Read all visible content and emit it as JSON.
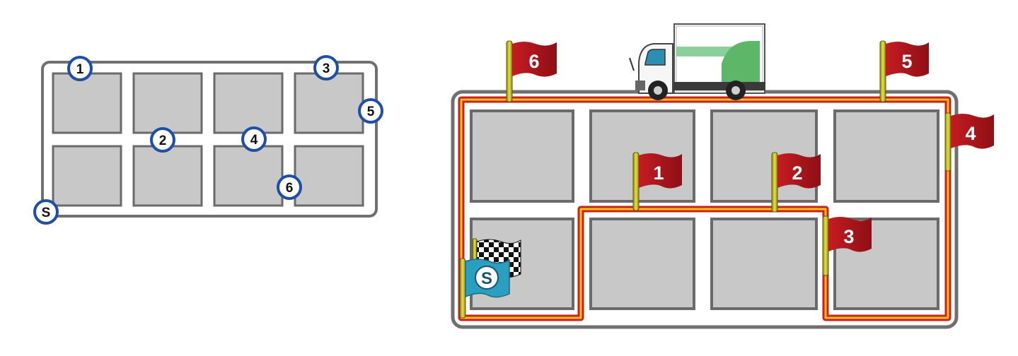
{
  "overview_map": {
    "markers": [
      {
        "id": "1",
        "label": "1"
      },
      {
        "id": "2",
        "label": "2"
      },
      {
        "id": "3",
        "label": "3"
      },
      {
        "id": "4",
        "label": "4"
      },
      {
        "id": "5",
        "label": "5"
      },
      {
        "id": "6",
        "label": "6"
      },
      {
        "id": "S",
        "label": "S"
      }
    ]
  },
  "route_map": {
    "flags": [
      {
        "id": "1",
        "label": "1"
      },
      {
        "id": "2",
        "label": "2"
      },
      {
        "id": "3",
        "label": "3"
      },
      {
        "id": "4",
        "label": "4"
      },
      {
        "id": "5",
        "label": "5"
      },
      {
        "id": "6",
        "label": "6"
      }
    ],
    "start_flag": {
      "label": "S"
    }
  },
  "colors": {
    "block_fill": "#c8c8c8",
    "block_stroke": "#6a6a6a",
    "road_stroke": "#707070",
    "marker_ring": "#1d4fa8",
    "route_red": "#cc1f1f",
    "route_yellow": "#f3c21a",
    "flag_red": "#b3171e",
    "flag_pole": "#c9c21a",
    "start_flag": "#2a9fc0"
  }
}
